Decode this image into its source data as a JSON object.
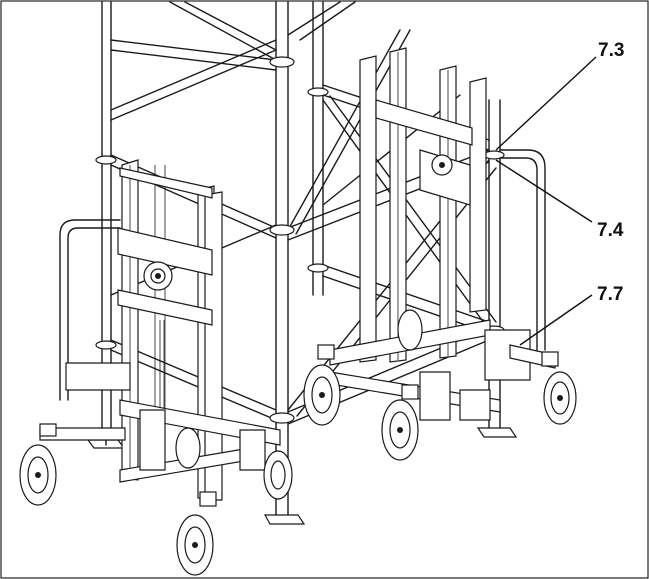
{
  "figure": {
    "callouts": [
      {
        "id": "c73",
        "label": "7.3"
      },
      {
        "id": "c74",
        "label": "7.4"
      },
      {
        "id": "c77",
        "label": "7.7"
      }
    ]
  }
}
